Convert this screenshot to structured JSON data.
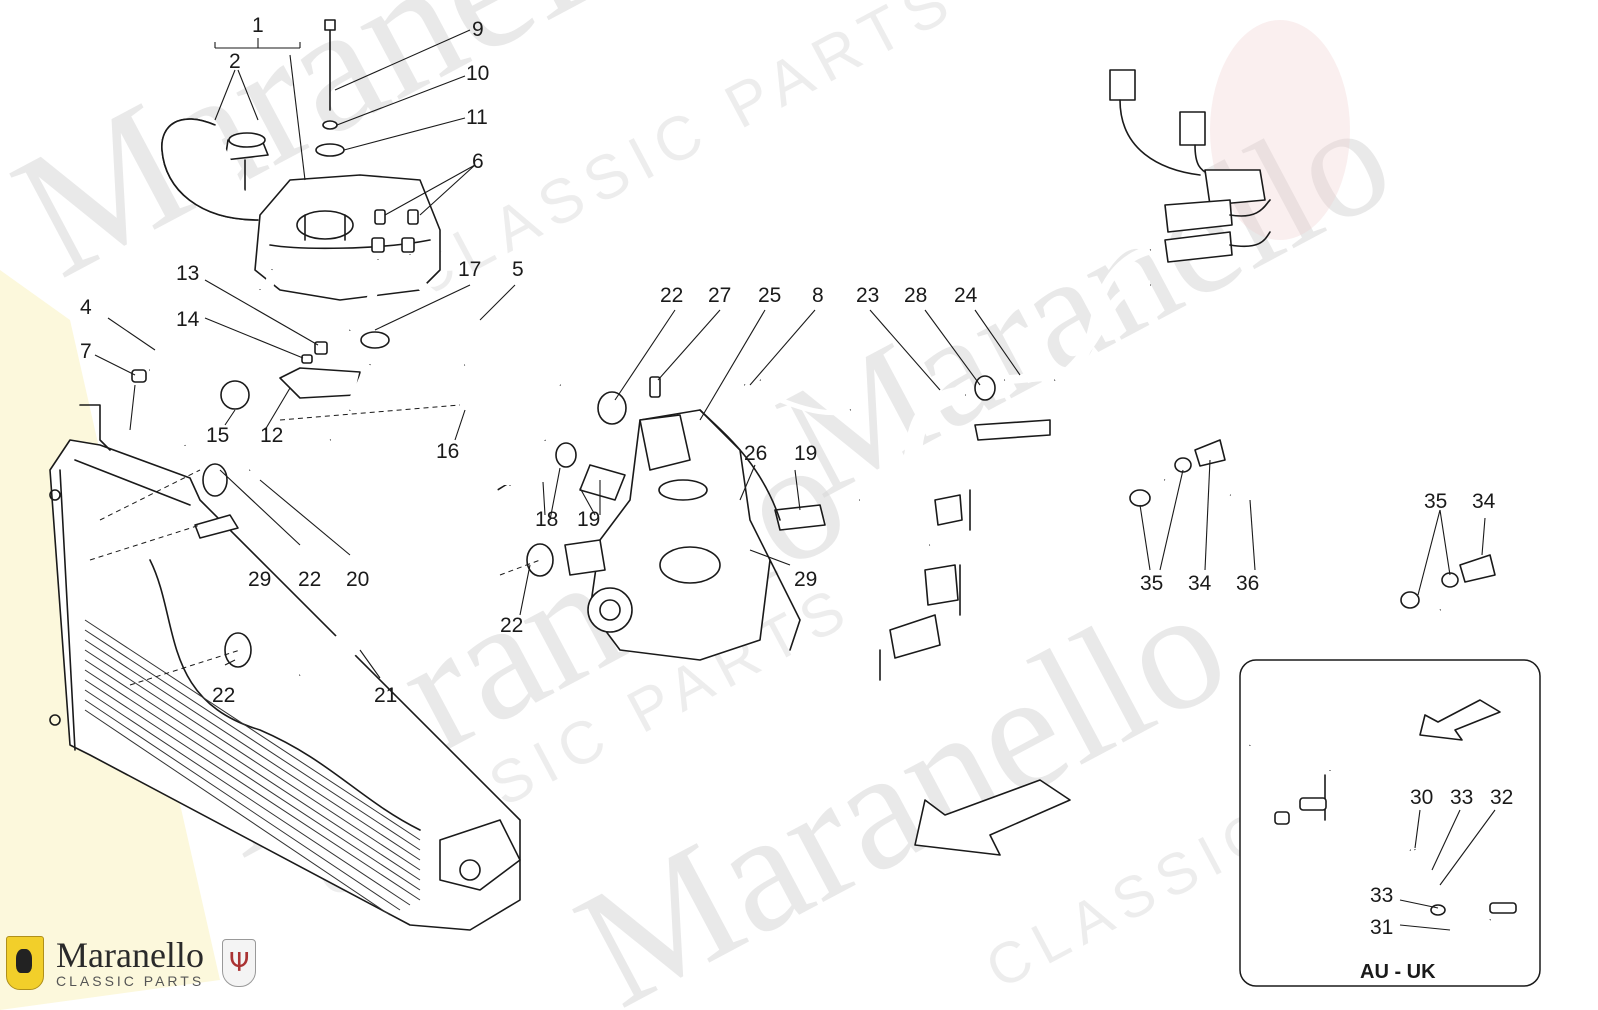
{
  "watermark": {
    "brand": "Maranello",
    "sub": "CLASSIC PARTS"
  },
  "logo": {
    "name": "Maranello",
    "sub": "CLASSIC PARTS"
  },
  "inset": {
    "label": "AU - UK"
  },
  "callouts": {
    "c1": "1",
    "c2": "2",
    "c4": "4",
    "c5": "5",
    "c6": "6",
    "c7": "7",
    "c8": "8",
    "c9": "9",
    "c10": "10",
    "c11": "11",
    "c12": "12",
    "c13": "13",
    "c14": "14",
    "c15": "15",
    "c16": "16",
    "c17": "17",
    "c18": "18",
    "c19a": "19",
    "c19b": "19",
    "c20": "20",
    "c21": "21",
    "c22a": "22",
    "c22b": "22",
    "c22c": "22",
    "c22d": "22",
    "c23": "23",
    "c24": "24",
    "c25": "25",
    "c26": "26",
    "c27": "27",
    "c28": "28",
    "c29a": "29",
    "c29b": "29",
    "c30": "30",
    "c31": "31",
    "c32": "32",
    "c33a": "33",
    "c33b": "33",
    "c34a": "34",
    "c34b": "34",
    "c35a": "35",
    "c35b": "35",
    "c36": "36"
  }
}
